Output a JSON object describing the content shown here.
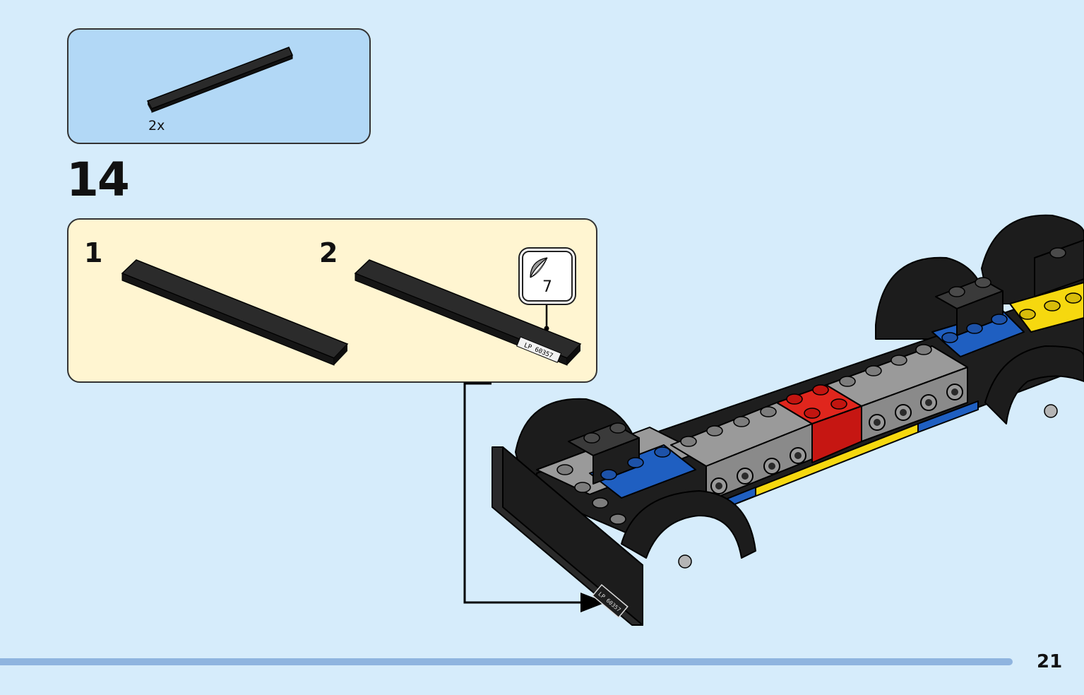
{
  "parts_list": {
    "quantity": "2x",
    "part_color": "#1e1e1e"
  },
  "step": {
    "number": "14"
  },
  "sub_steps": {
    "first_number": "1",
    "second_number": "2",
    "sticker_number": "7",
    "sticker_text": "LP 60357"
  },
  "page": {
    "number": "21"
  },
  "colors": {
    "page_background": "#d6ecfb",
    "parts_box": "#b2d8f6",
    "sub_step_box": "#fff5d1",
    "brick_blue": "#1f5fc1",
    "brick_gray": "#9a9a9a",
    "brick_red": "#d41a14",
    "brick_yellow": "#f6d80f",
    "brick_black": "#1e1e1e"
  }
}
